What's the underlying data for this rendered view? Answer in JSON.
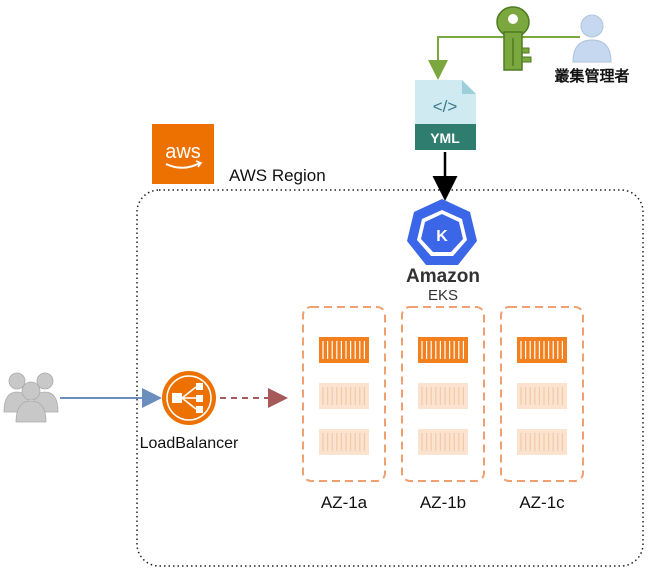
{
  "region": {
    "label": "AWS Region",
    "logo_text": "aws"
  },
  "admin": {
    "label": "叢集管理者"
  },
  "yml": {
    "label": "YML",
    "glyph": "</>"
  },
  "eks": {
    "title": "Amazon",
    "subtitle": "EKS",
    "glyph": "K"
  },
  "load_balancer": {
    "label": "LoadBalancer"
  },
  "zones": [
    {
      "label": "AZ-1a",
      "containers": [
        true,
        false,
        false
      ]
    },
    {
      "label": "AZ-1b",
      "containers": [
        true,
        false,
        false
      ]
    },
    {
      "label": "AZ-1c",
      "containers": [
        true,
        false,
        false
      ]
    }
  ],
  "icons": [
    "key-icon",
    "user-icon",
    "users-group-icon",
    "yml-file-icon",
    "eks-icon",
    "aws-logo-icon",
    "load-balancer-icon",
    "container-icon"
  ],
  "colors": {
    "aws_orange": "#ED7100",
    "eks_blue": "#3B66E8",
    "key_green": "#7AA83E",
    "yml_teal": "#2E7D6E",
    "user_blue": "#C6D8F0",
    "arrow_blue": "#6C8EBF",
    "arrow_red": "#A65959",
    "az_border": "#F0A070",
    "container_active": "#F2801E",
    "container_inactive": "#FBE3CF"
  }
}
